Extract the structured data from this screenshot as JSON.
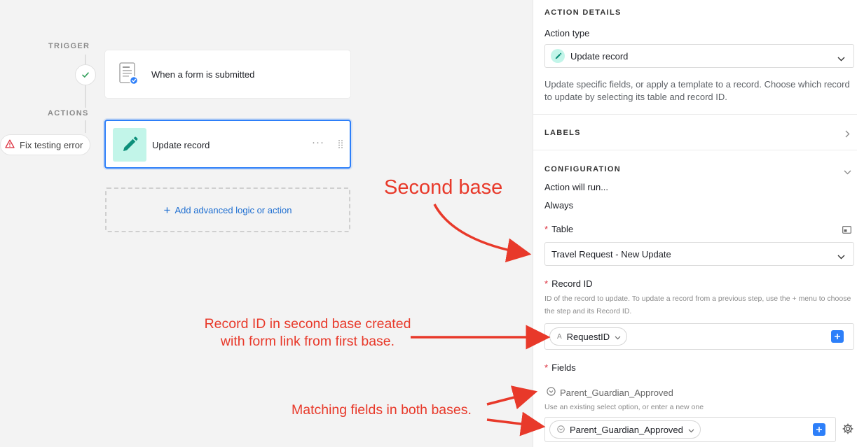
{
  "canvas": {
    "trigger_label": "TRIGGER",
    "actions_label": "ACTIONS",
    "trigger_node": {
      "title": "When a form is submitted",
      "icon": "form-icon"
    },
    "action_node": {
      "title": "Update record",
      "icon": "pencil-icon",
      "more": "···"
    },
    "error_pill": {
      "label": "Fix testing error",
      "icon": "warning-icon"
    },
    "add_action": {
      "label": "Add advanced logic or action"
    }
  },
  "panel": {
    "action_details": {
      "heading": "ACTION DETAILS",
      "action_type_label": "Action type",
      "action_type_value": "Update record",
      "description": "Update specific fields, or apply a template to a record. Choose which record to update by selecting its table and record ID."
    },
    "labels_heading": "LABELS",
    "configuration": {
      "heading": "CONFIGURATION",
      "run_label": "Action will run...",
      "run_value": "Always",
      "table_label": "Table",
      "table_value": "Travel Request - New Update",
      "record_id_label": "Record ID",
      "record_id_desc": "ID of the record to update. To update a record from a previous step, use the + menu to choose the step and its Record ID.",
      "record_id_token": "RequestID",
      "fields_label": "Fields",
      "field_name": "Parent_Guardian_Approved",
      "field_desc": "Use an existing select option, or enter a new one",
      "field_token": "Parent_Guardian_Approved"
    }
  },
  "annotations": {
    "second_base": "Second base",
    "record_id_note_line1": "Record ID in second base created",
    "record_id_note_line2": "with form link from first base.",
    "matching_note": "Matching fields in both bases.",
    "color": "#e8392a"
  },
  "colors": {
    "accent": "#2d7ff9",
    "teal_tile": "#c2f5e9",
    "required": "#dc2d3c"
  }
}
